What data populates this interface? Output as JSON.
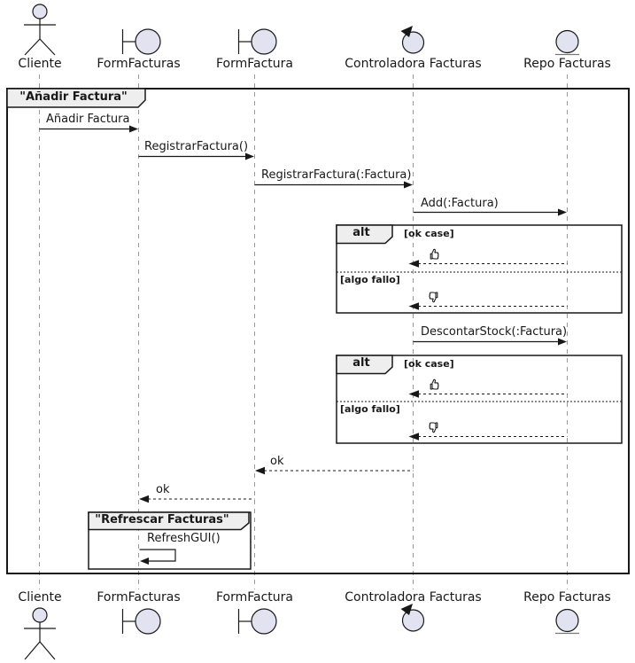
{
  "diagram_type": "uml-sequence",
  "colors": {
    "background": "#FFFFFF",
    "participant_fill": "#E2E2F0",
    "frame_label_fill": "#EEEEEE",
    "line": "#181818",
    "lifeline": "#999999"
  },
  "participants": [
    {
      "name": "Cliente",
      "kind": "actor"
    },
    {
      "name": "FormFacturas",
      "kind": "boundary"
    },
    {
      "name": "FormFactura",
      "kind": "boundary"
    },
    {
      "name": "Controladora Facturas",
      "kind": "control"
    },
    {
      "name": "Repo Facturas",
      "kind": "entity"
    }
  ],
  "frames": {
    "outer": {
      "title": "\"Añadir Factura\""
    },
    "alt1": {
      "operator": "alt",
      "guards": [
        "[ok case]",
        "[algo fallo]"
      ]
    },
    "alt2": {
      "operator": "alt",
      "guards": [
        "[ok case]",
        "[algo fallo]"
      ]
    },
    "refresh": {
      "title": "\"Refrescar Facturas\""
    }
  },
  "messages": [
    {
      "text": "Añadir Factura",
      "from": "Cliente",
      "to": "FormFacturas",
      "line": "solid"
    },
    {
      "text": "RegistrarFactura()",
      "from": "FormFacturas",
      "to": "FormFactura",
      "line": "solid"
    },
    {
      "text": "RegistrarFactura(:Factura)",
      "from": "FormFactura",
      "to": "Controladora Facturas",
      "line": "solid"
    },
    {
      "text": "Add(:Factura)",
      "from": "Controladora Facturas",
      "to": "Repo Facturas",
      "line": "solid"
    },
    {
      "icon": "thumbs-up",
      "from": "Repo Facturas",
      "to": "Controladora Facturas",
      "line": "dashed",
      "guard": "[ok case]"
    },
    {
      "icon": "thumbs-down",
      "from": "Repo Facturas",
      "to": "Controladora Facturas",
      "line": "dashed",
      "guard": "[algo fallo]"
    },
    {
      "text": "DescontarStock(:Factura)",
      "from": "Controladora Facturas",
      "to": "Repo Facturas",
      "line": "solid"
    },
    {
      "icon": "thumbs-up",
      "from": "Repo Facturas",
      "to": "Controladora Facturas",
      "line": "dashed",
      "guard": "[ok case]"
    },
    {
      "icon": "thumbs-down",
      "from": "Repo Facturas",
      "to": "Controladora Facturas",
      "line": "dashed",
      "guard": "[algo fallo]"
    },
    {
      "text": "ok",
      "from": "Controladora Facturas",
      "to": "FormFactura",
      "line": "dashed"
    },
    {
      "text": "ok",
      "from": "FormFactura",
      "to": "FormFacturas",
      "line": "dashed"
    },
    {
      "text": "RefreshGUI()",
      "from": "FormFacturas",
      "to": "FormFacturas",
      "line": "solid",
      "self": true
    }
  ]
}
